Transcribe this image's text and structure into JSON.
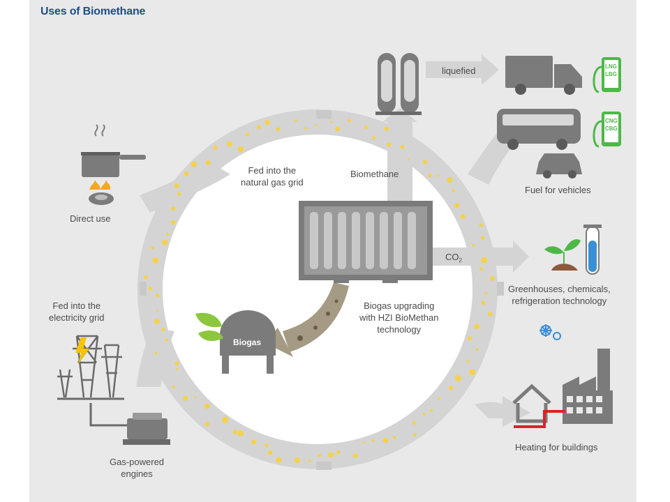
{
  "title": "Uses of Biomethane",
  "labels": {
    "direct_use": "Direct use",
    "natural_gas_grid_1": "Fed into the",
    "natural_gas_grid_2": "natural gas grid",
    "biomethane": "Biomethane",
    "liquefied": "liquefied",
    "fuel_vehicles": "Fuel for vehicles",
    "co2": "CO",
    "co2_sub": "2",
    "greenhouses_1": "Greenhouses, chemicals,",
    "greenhouses_2": "refrigeration technology",
    "upgrading_1": "Biogas upgrading",
    "upgrading_2": "with HZI BioMethan",
    "upgrading_3": "technology",
    "biogas": "Biogas",
    "electricity_1": "Fed into the",
    "electricity_2": "electricity grid",
    "engines_1": "Gas-powered",
    "engines_2": "engines",
    "heating": "Heating for buildings",
    "lng_1": "LNG",
    "lng_2": "LBG",
    "cng_1": "CNG",
    "cng_2": "CBG"
  },
  "colors": {
    "panel": "#e9e9e9",
    "title": "#1f4e85",
    "arrow": "#d2d2d2",
    "gas_dot": "#f4d24a",
    "icon_gray": "#7b7b7b",
    "green": "#4db848",
    "red": "#e0202a",
    "blue": "#3a8fd6"
  }
}
